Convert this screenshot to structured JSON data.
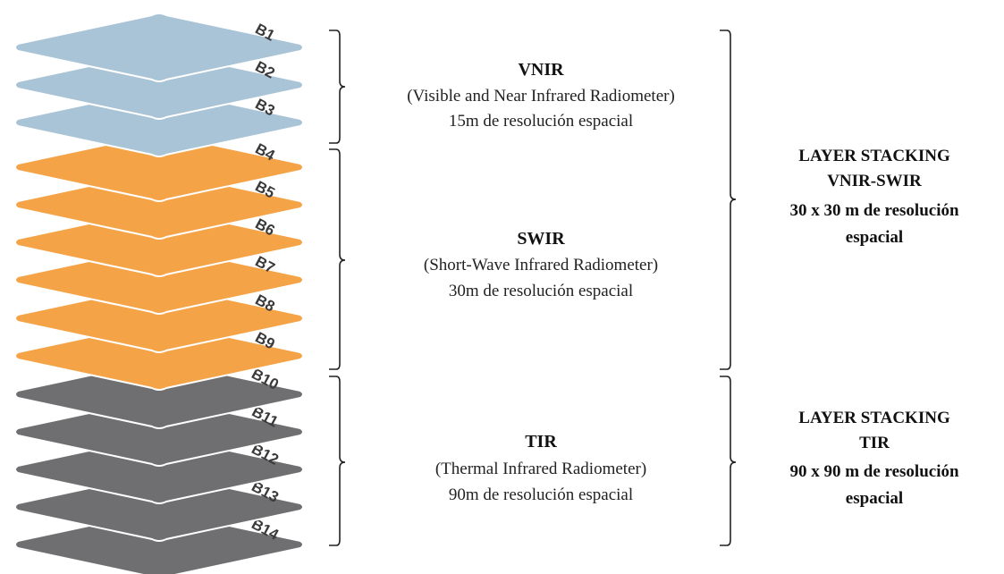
{
  "colors": {
    "vnir": "#a8c4d6",
    "swir": "#f5a347",
    "tir": "#6f6f71",
    "text": "#111111"
  },
  "bands": [
    {
      "label": "B1",
      "group": "vnir"
    },
    {
      "label": "B2",
      "group": "vnir"
    },
    {
      "label": "B3",
      "group": "vnir"
    },
    {
      "label": "B4",
      "group": "swir"
    },
    {
      "label": "B5",
      "group": "swir"
    },
    {
      "label": "B6",
      "group": "swir"
    },
    {
      "label": "B7",
      "group": "swir"
    },
    {
      "label": "B8",
      "group": "swir"
    },
    {
      "label": "B9",
      "group": "swir"
    },
    {
      "label": "B10",
      "group": "tir"
    },
    {
      "label": "B11",
      "group": "tir"
    },
    {
      "label": "B12",
      "group": "tir"
    },
    {
      "label": "B13",
      "group": "tir"
    },
    {
      "label": "B14",
      "group": "tir"
    }
  ],
  "groups": {
    "vnir": {
      "title": "VNIR",
      "full_name": "(Visible and Near Infrared Radiometer)",
      "resolution": "15m de resolución espacial"
    },
    "swir": {
      "title": "SWIR",
      "full_name": "(Short-Wave Infrared Radiometer)",
      "resolution": "30m de resolución espacial"
    },
    "tir": {
      "title": "TIR",
      "full_name": "(Thermal Infrared Radiometer)",
      "resolution": "90m de resolución espacial"
    }
  },
  "stacks": {
    "vnir_swir": {
      "line1": "LAYER STACKING",
      "line2": "VNIR-SWIR",
      "line3": "30 x 30 m de resolución",
      "line4": "espacial"
    },
    "tir": {
      "line1": "LAYER STACKING",
      "line2": "TIR",
      "line3": "90 x 90 m de resolución",
      "line4": "espacial"
    }
  }
}
